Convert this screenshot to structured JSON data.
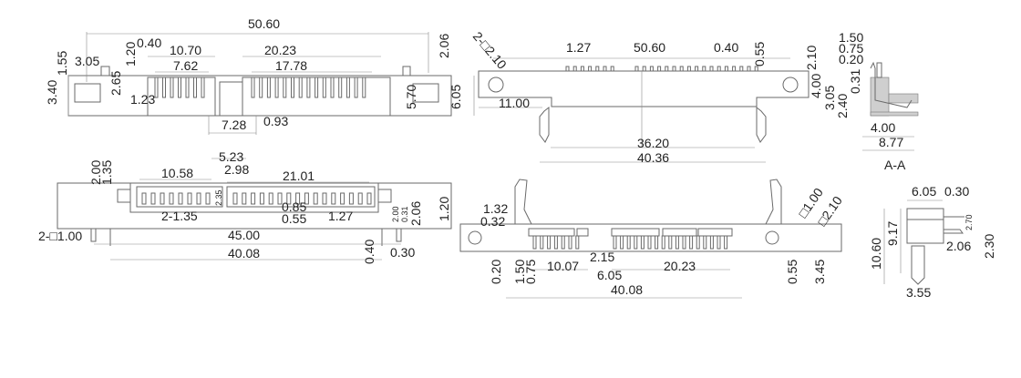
{
  "top_front_view": {
    "labels": [
      "50.60",
      "0.40",
      "10.70",
      "7.62",
      "20.23",
      "17.78",
      "3.05",
      "1.55",
      "1.20",
      "2.65",
      "3.40",
      "1.23",
      "7.28",
      "0.93",
      "2.06",
      "5.70",
      "6.05"
    ]
  },
  "bottom_front_view": {
    "labels": [
      "5.23",
      "2.98",
      "10.58",
      "21.01",
      "2.00",
      "1.35",
      "2.35",
      "2-1.35",
      "0.85",
      "0.55",
      "1.27",
      "2.00",
      "0.31",
      "2.06",
      "1.20",
      "2-□1.00",
      "45.00",
      "40.08",
      "0.40",
      "0.30"
    ]
  },
  "top_plan_view": {
    "labels": [
      "2-□2.10",
      "1.27",
      "50.60",
      "0.40",
      "0.55",
      "2.10",
      "4.00",
      "11.00",
      "36.20",
      "40.36"
    ]
  },
  "section_view": {
    "title": "A-A",
    "labels": [
      "1.50",
      "0.75",
      "0.20",
      "3.05",
      "0.31",
      "2.40",
      "4.00",
      "8.77"
    ]
  },
  "bottom_plan_view": {
    "labels": [
      "1.32",
      "0.32",
      "□1.00",
      "□2.10",
      "0.20",
      "1.50",
      "0.75",
      "10.07",
      "2.15",
      "20.23",
      "6.05",
      "0.55",
      "3.45",
      "40.08"
    ]
  },
  "side_view": {
    "labels": [
      "6.05",
      "0.30",
      "2.70",
      "10.60",
      "9.17",
      "2.06",
      "2.30",
      "3.55"
    ]
  }
}
